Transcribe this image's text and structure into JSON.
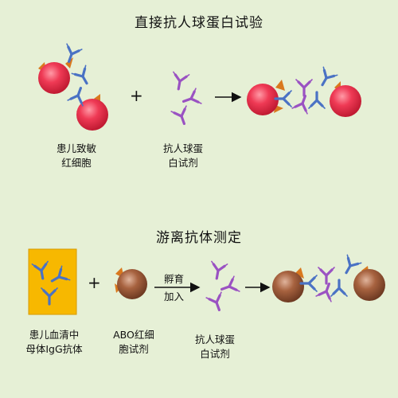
{
  "section1": {
    "title": "直接抗人球蛋白试验",
    "plus": "+",
    "label_cells_line1": "患儿致敏",
    "label_cells_line2": "红细胞",
    "label_reagent_line1": "抗人球蛋",
    "label_reagent_line2": "白试剂"
  },
  "section2": {
    "title": "游离抗体测定",
    "plus": "+",
    "arrow_line1": "孵育",
    "arrow_line2": "加入",
    "label_serum_line1": "患儿血清中",
    "label_serum_line2": "母体IgG抗体",
    "label_cells_line1": "ABO红细",
    "label_cells_line2": "胞试剂",
    "label_reagent_line1": "抗人球蛋",
    "label_reagent_line2": "白试剂"
  },
  "colors": {
    "background": "#e6f0d6",
    "red_cell": "#e8304a",
    "brown_cell": "#9a5a3c",
    "antigen_spike": "#d9781e",
    "igg_antibody": "#4a72c4",
    "anti_human_globulin": "#9a52c2",
    "serum_box": "#f7b800"
  }
}
